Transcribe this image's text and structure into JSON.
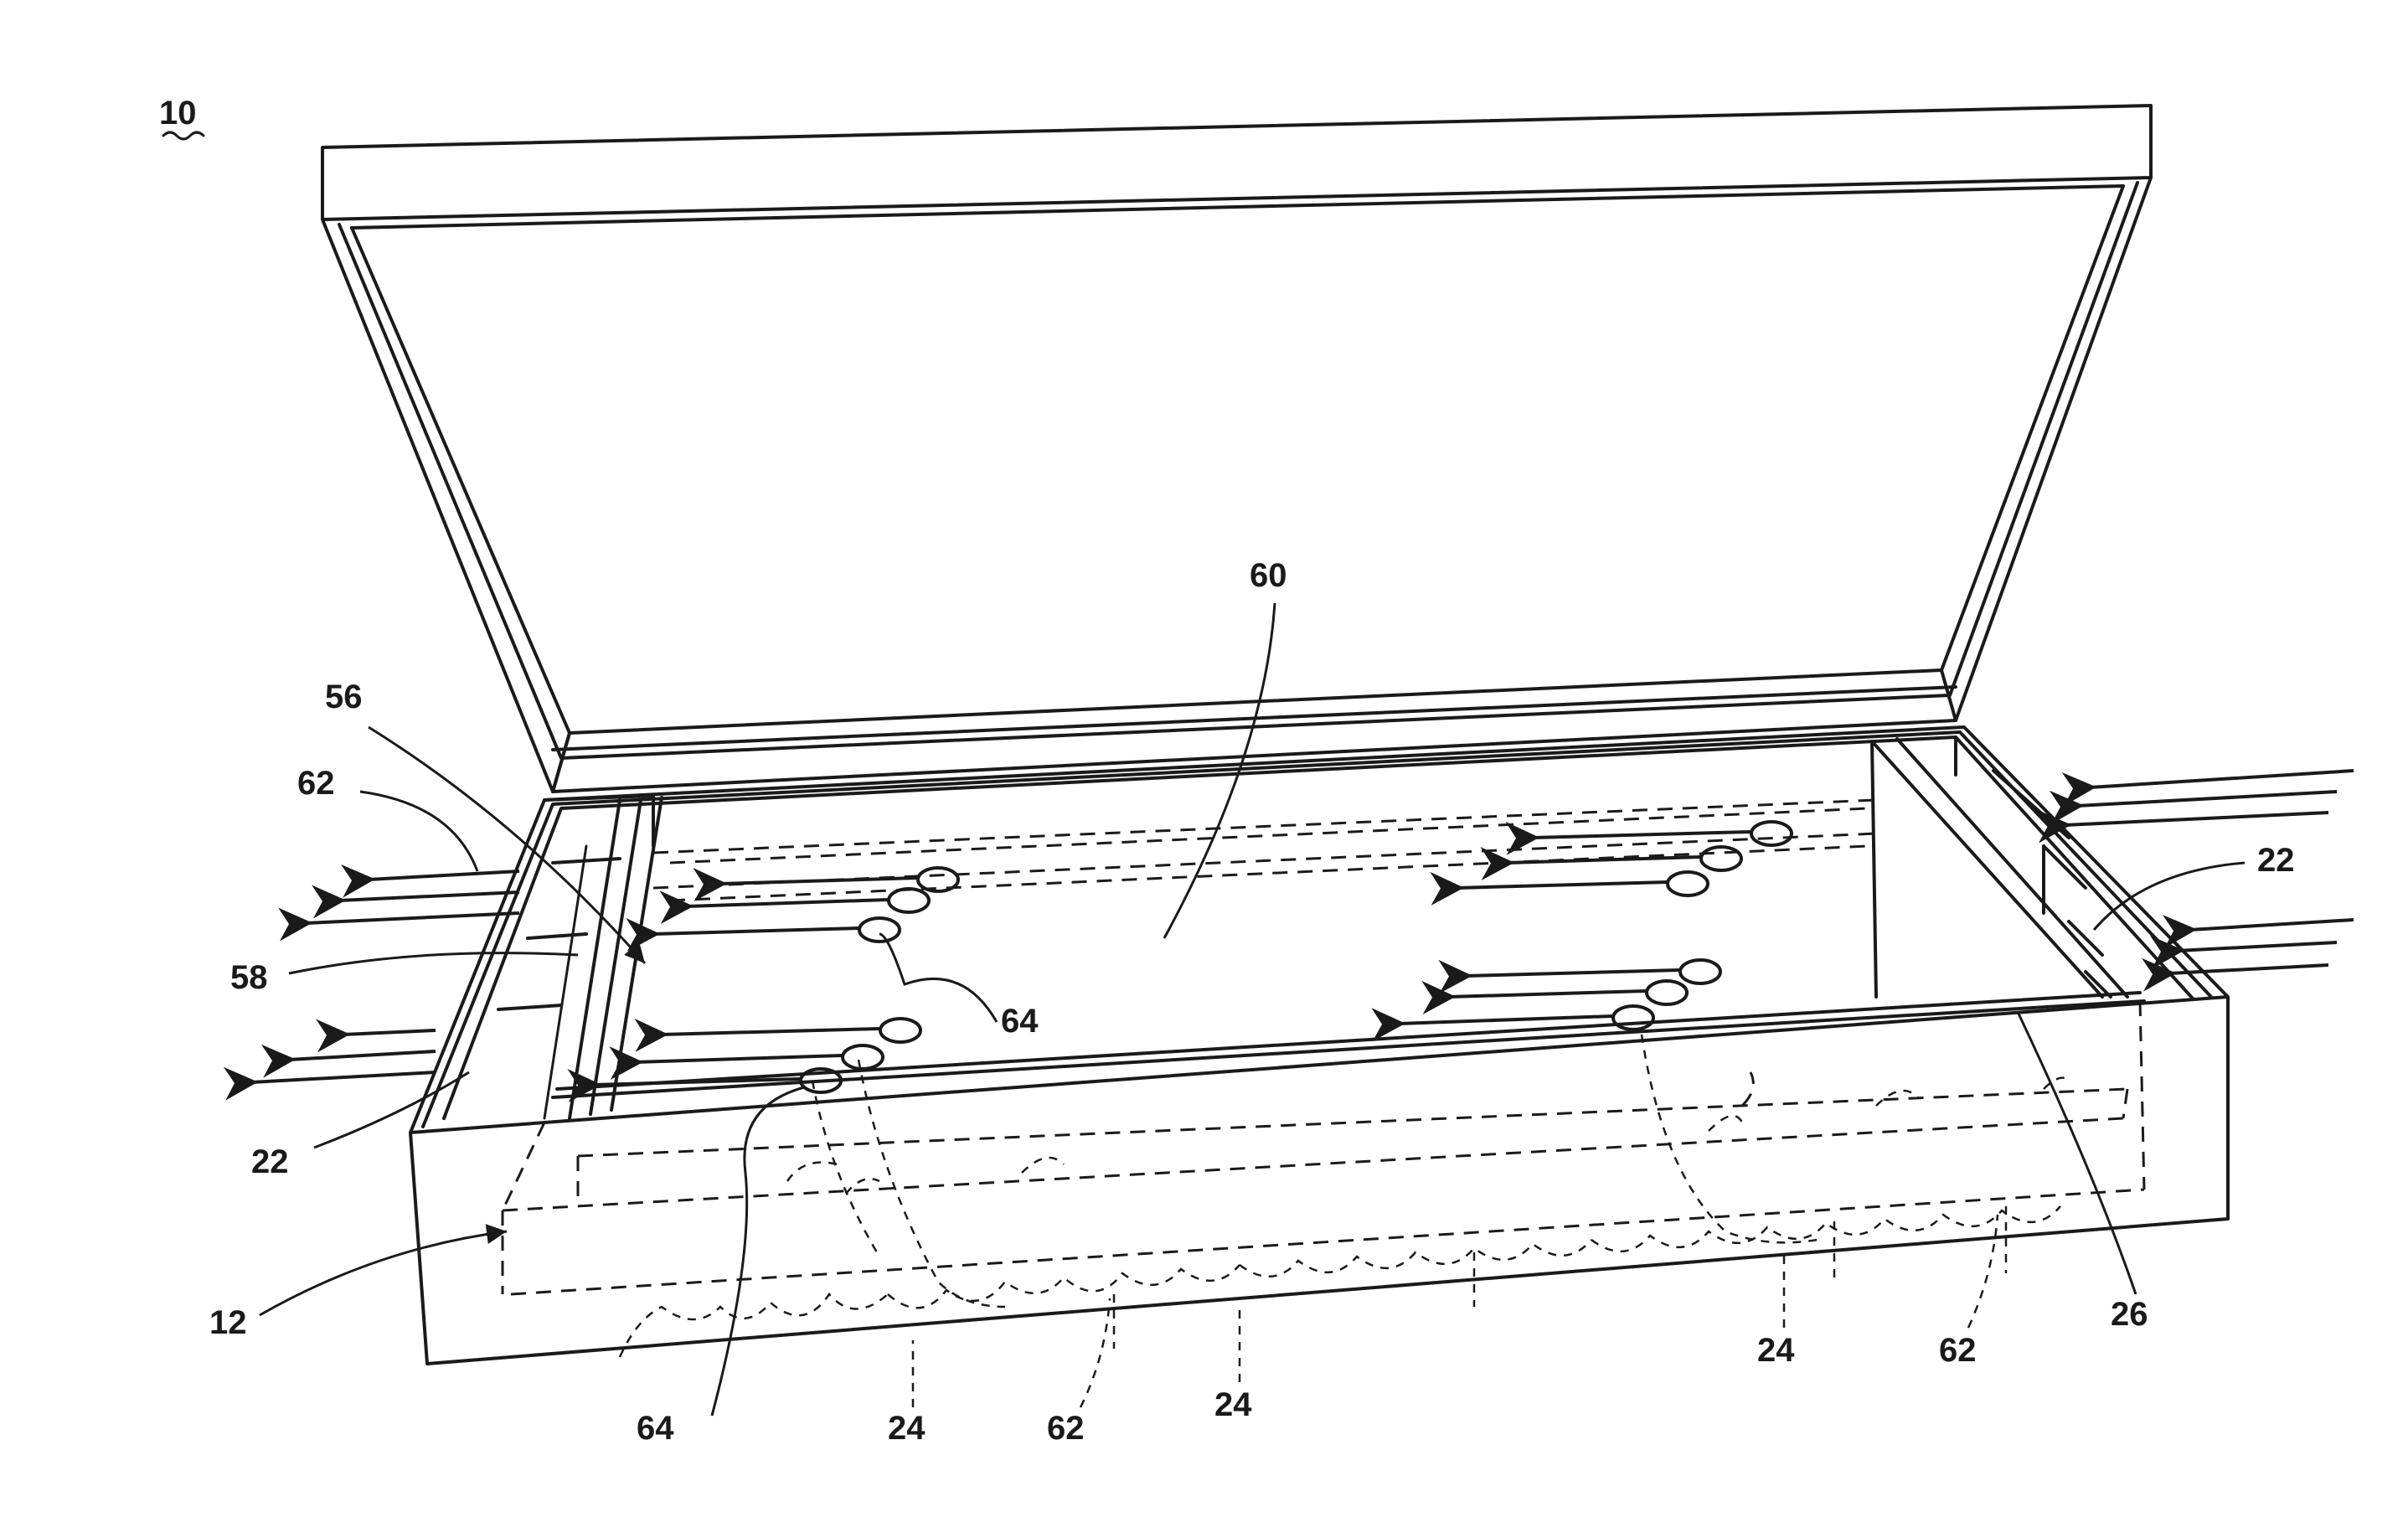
{
  "figure_number": "10",
  "labels": {
    "l60": "60",
    "l56": "56",
    "l62a": "62",
    "l58": "58",
    "l64a": "64",
    "l22a": "22",
    "l22b": "22",
    "l12": "12",
    "l64b": "64",
    "l24a": "24",
    "l62b": "62",
    "l24b": "24",
    "l24c": "24",
    "l62c": "62",
    "l26": "26"
  }
}
